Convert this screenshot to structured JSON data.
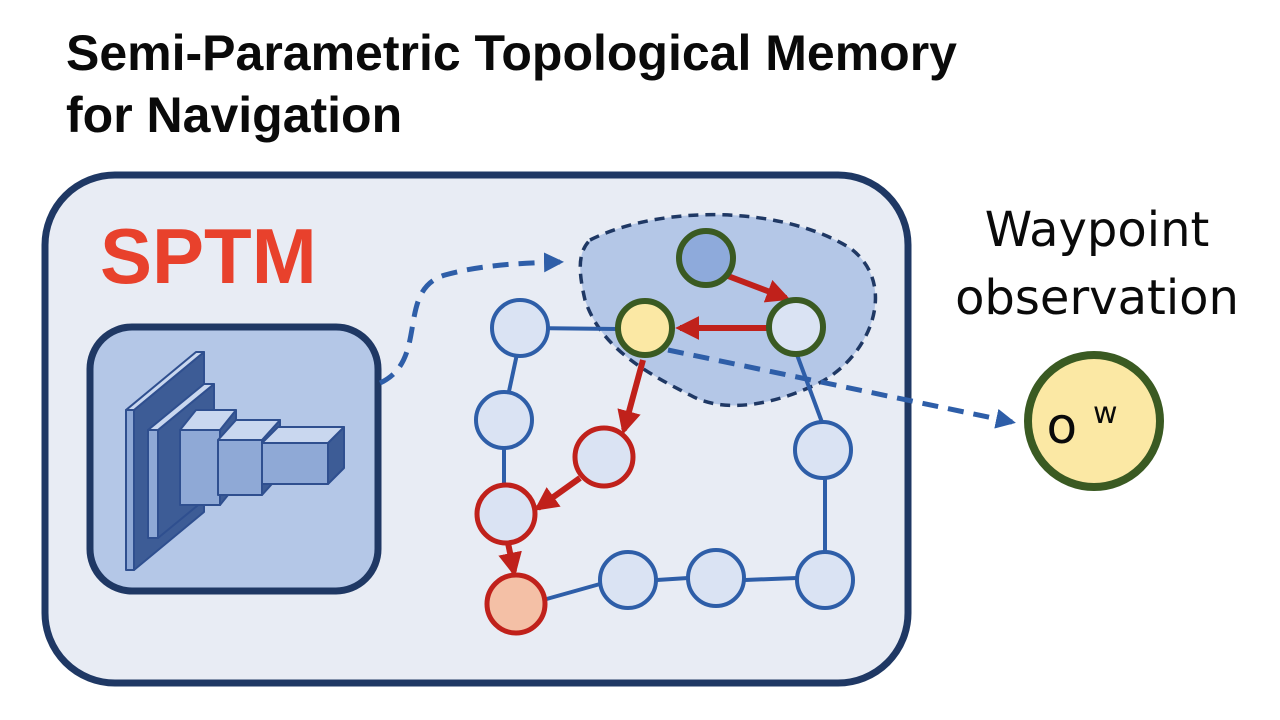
{
  "title": {
    "line1": "Semi-Parametric Topological Memory",
    "line2": "for Navigation"
  },
  "sptm_label": "SPTM",
  "waypoint": {
    "line1": "Waypoint",
    "line2": "observation",
    "symbol_base": "o",
    "symbol_sup": "w"
  },
  "colors": {
    "frame_border": "#1f3864",
    "frame_fill": "#e8ecf4",
    "encoder_fill": "#b4c7e7",
    "sptm_red": "#e8412c",
    "graph_blue": "#2e5ea8",
    "node_fill": "#dae3f3",
    "path_red": "#c0211b",
    "green_ring": "#3a5a22",
    "yellow": "#fbe8a4",
    "salmon": "#f4c0a6",
    "region_fill": "#b4c7e7",
    "region_border": "#1f3864"
  },
  "icons": [
    "encoder-network-icon"
  ]
}
